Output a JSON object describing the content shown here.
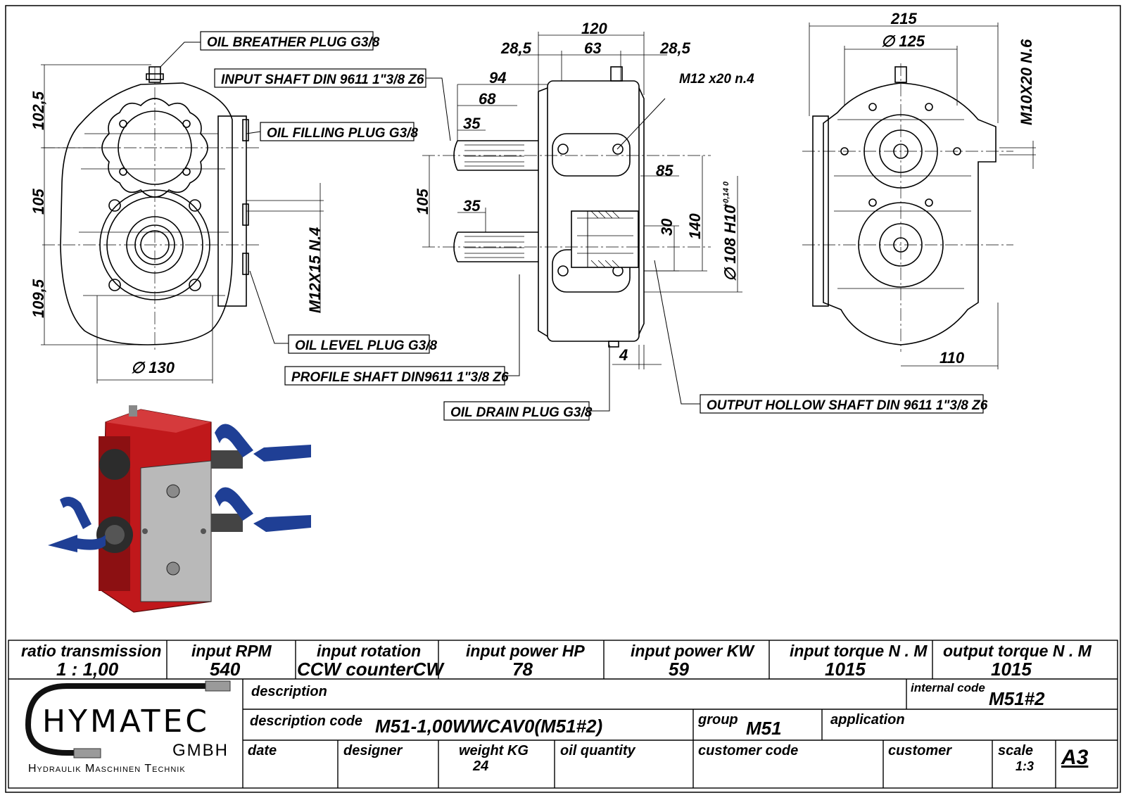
{
  "callouts": {
    "oil_breather": "OIL BREATHER PLUG G3/8",
    "input_shaft": "INPUT SHAFT DIN 9611 1\"3/8 Z6",
    "oil_filling": "OIL FILLING PLUG G3/8",
    "oil_level": "OIL LEVEL PLUG G3/8",
    "profile_shaft": "PROFILE SHAFT DIN9611 1\"3/8 Z6",
    "oil_drain": "OIL DRAIN PLUG G3/8",
    "output_hollow": "OUTPUT  HOLLOW SHAFT DIN 9611 1\"3/8 Z6",
    "m12x20": "M12 x20 n.4"
  },
  "dimensions": {
    "front_top": "102,5",
    "front_mid": "105",
    "front_bot": "109,5",
    "front_dia": "∅ 130",
    "front_thread": "M12X15 N.4",
    "side_120": "120",
    "side_285a": "28,5",
    "side_63": "63",
    "side_285b": "28,5",
    "side_94": "94",
    "side_68": "68",
    "side_35a": "35",
    "side_35b": "35",
    "side_105": "105",
    "side_85": "85",
    "side_30": "30",
    "side_140": "140",
    "side_108": "∅ 108 H10",
    "side_tol": "+0,14 0",
    "side_4": "4",
    "rear_215": "215",
    "rear_125": "∅ 125",
    "rear_thread": "M10X20 N.6",
    "rear_110": "110"
  },
  "spec_row": [
    {
      "label": "ratio  transmission",
      "value": "1 : 1,00"
    },
    {
      "label": "input  RPM",
      "value": "540"
    },
    {
      "label": "input  rotation",
      "value": "CCW counterCW"
    },
    {
      "label": "input  power  HP",
      "value": "78"
    },
    {
      "label": "input power KW",
      "value": "59"
    },
    {
      "label": "input  torque  N . M",
      "value": "1015"
    },
    {
      "label": "output  torque  N . M",
      "value": "1015"
    }
  ],
  "title_block": {
    "description_label": "description",
    "internal_code_label": "internal code",
    "internal_code_value": "M51#2",
    "desc_code_label": "description  code",
    "desc_code_value": "M51-1,00WWCAV0(M51#2)",
    "group_label": "group",
    "group_value": "M51",
    "application_label": "application",
    "date_label": "date",
    "designer_label": "designer",
    "weight_label": "weight KG",
    "weight_value": "24",
    "oil_label": "oil  quantity",
    "customer_code_label": "customer code",
    "customer_label": "customer",
    "scale_label": "scale",
    "scale_value": "1:3",
    "sheet_size": "A3"
  },
  "logo": {
    "brand": "HYMATEC",
    "sub": "GMBH",
    "tagline": "Hydraulik Maschinen Technik"
  },
  "colors": {
    "housing_red": "#c0181b",
    "arrow_blue": "#1f3f95",
    "cover_grey": "#b9b9b9"
  }
}
